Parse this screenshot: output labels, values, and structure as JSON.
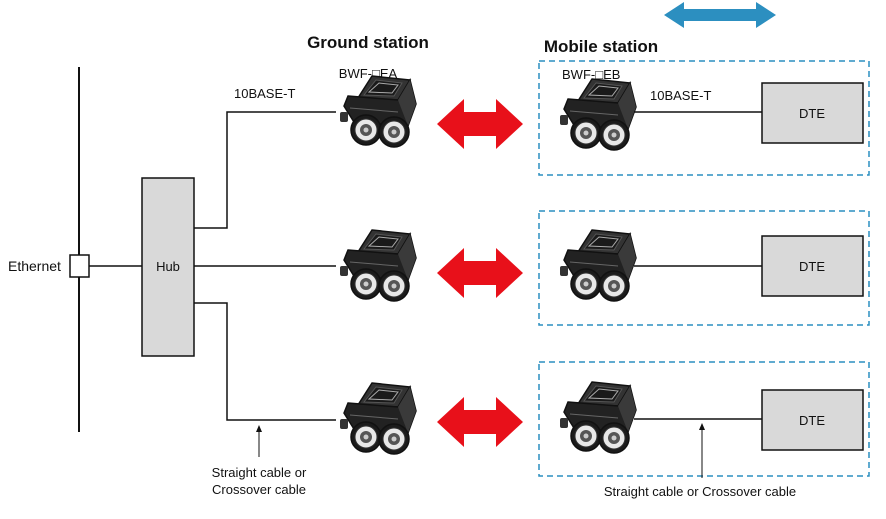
{
  "labels": {
    "ground_station": "Ground station",
    "mobile_station": "Mobile station",
    "ground_model": "BWF-□EA",
    "mobile_model": "BWF-□EB",
    "ground_link": "10BASE-T",
    "mobile_link": "10BASE-T",
    "ethernet": "Ethernet",
    "hub": "Hub",
    "dte": [
      "DTE",
      "DTE",
      "DTE"
    ],
    "cable_left_line1": "Straight cable or",
    "cable_left_line2": "Crossover cable",
    "cable_right": "Straight cable or Crossover cable"
  },
  "colors": {
    "wireless_arrow": "#e8101a",
    "legend_arrow": "#2c8fc0",
    "mobile_box_border": "#2c8fc0",
    "hub_fill": "#d9d9d9",
    "dte_fill": "#d9d9d9",
    "device_body": "#222222"
  },
  "icons": [
    "wireless-device-icon",
    "double-arrow-icon"
  ]
}
